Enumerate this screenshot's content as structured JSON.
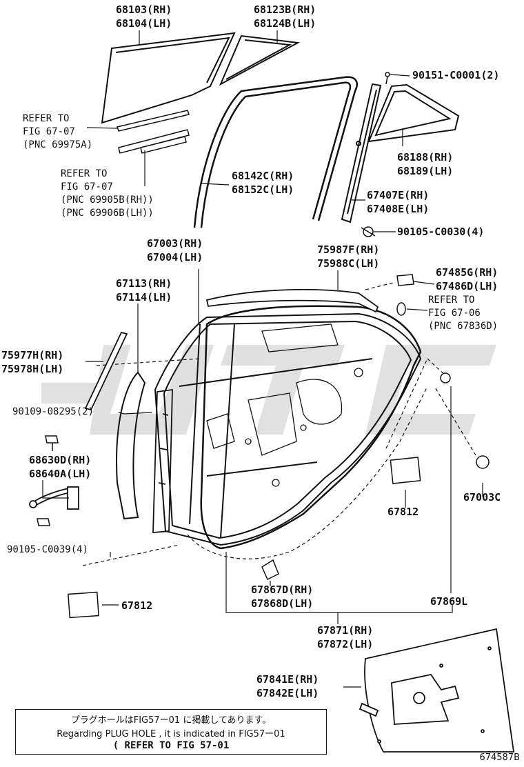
{
  "parts": [
    {
      "id": "68103_68104",
      "lines": [
        "68103(RH)",
        "68104(LH)"
      ]
    },
    {
      "id": "68123B_68124B",
      "lines": [
        "68123B(RH)",
        "68124B(LH)"
      ]
    },
    {
      "id": "90151",
      "lines": [
        "90151-C0001(2)"
      ]
    },
    {
      "id": "refer_67_07_a",
      "lines": [
        "REFER TO",
        "FIG 67-07",
        "(PNC 69975A)"
      ]
    },
    {
      "id": "68188_68189",
      "lines": [
        "68188(RH)",
        "68189(LH)"
      ]
    },
    {
      "id": "refer_67_07_b",
      "lines": [
        "REFER TO",
        "FIG 67-07",
        "(PNC 69905B(RH))",
        "(PNC 69906B(LH))"
      ]
    },
    {
      "id": "68142C_68152C",
      "lines": [
        "68142C(RH)",
        "68152C(LH)"
      ]
    },
    {
      "id": "67407E_67408E",
      "lines": [
        "67407E(RH)",
        "67408E(LH)"
      ]
    },
    {
      "id": "90105_C0030",
      "lines": [
        "90105-C0030(4)"
      ]
    },
    {
      "id": "67003_67004",
      "lines": [
        "67003(RH)",
        "67004(LH)"
      ]
    },
    {
      "id": "75987F_75988C",
      "lines": [
        "75987F(RH)",
        "75988C(LH)"
      ]
    },
    {
      "id": "67485G_67486D",
      "lines": [
        "67485G(RH)",
        "67486D(LH)"
      ]
    },
    {
      "id": "refer_67_06",
      "lines": [
        "REFER TO",
        "FIG 67-06",
        "(PNC 67836D)"
      ]
    },
    {
      "id": "67113_67114",
      "lines": [
        "67113(RH)",
        "67114(LH)"
      ]
    },
    {
      "id": "75977H_75978H",
      "lines": [
        "75977H(RH)",
        "75978H(LH)"
      ]
    },
    {
      "id": "90109_08295",
      "lines": [
        "90109-08295(2)"
      ]
    },
    {
      "id": "68630D_68640A",
      "lines": [
        "68630D(RH)",
        "68640A(LH)"
      ]
    },
    {
      "id": "67003C",
      "lines": [
        "67003C"
      ]
    },
    {
      "id": "67812_a",
      "lines": [
        "67812"
      ]
    },
    {
      "id": "90105_C0039",
      "lines": [
        "90105-C0039(4)"
      ]
    },
    {
      "id": "67867D_67868D",
      "lines": [
        "67867D(RH)",
        "67868D(LH)"
      ]
    },
    {
      "id": "67869L",
      "lines": [
        "67869L"
      ]
    },
    {
      "id": "67812_b",
      "lines": [
        "67812"
      ]
    },
    {
      "id": "67871_67872",
      "lines": [
        "67871(RH)",
        "67872(LH)"
      ]
    },
    {
      "id": "67841E_67842E",
      "lines": [
        "67841E(RH)",
        "67842E(LH)"
      ]
    }
  ],
  "note": {
    "jp": "プラグホールはFIG57ー01 に掲載してあります。",
    "en": "Regarding  PLUG HOLE , it is indicated in FIG57ー01",
    "ref": "(  REFER TO FIG 57-01"
  },
  "figure_id": "674587B",
  "watermark": "utc"
}
